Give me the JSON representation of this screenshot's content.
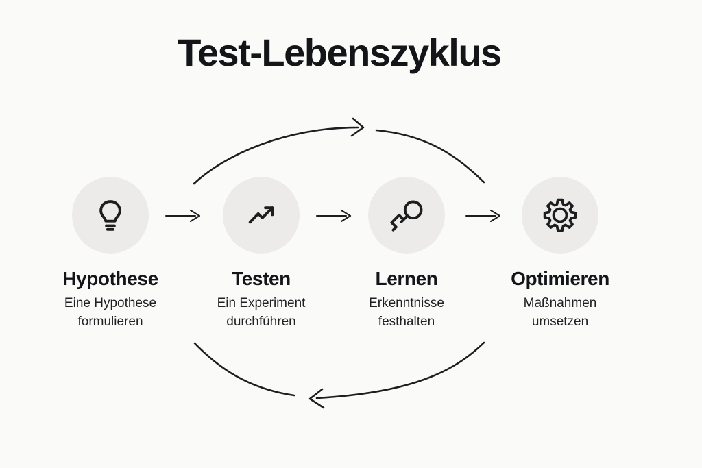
{
  "title": "Test-Lebenszyklus",
  "colors": {
    "background": "#fafaf8",
    "circle_fill": "#ecebe9",
    "ink": "#1d1e21"
  },
  "stages": [
    {
      "id": "hypothese",
      "icon": "lightbulb-icon",
      "name": "Hypothese",
      "description": "Eine Hypothese formulieren"
    },
    {
      "id": "testen",
      "icon": "trending-up-icon",
      "name": "Testen",
      "description": "Ein Experiment durchfúhren"
    },
    {
      "id": "lernen",
      "icon": "key-icon",
      "name": "Lernen",
      "description": "Erkenntnisse festhalten"
    },
    {
      "id": "optimieren",
      "icon": "gear-icon",
      "name": "Optimieren",
      "description": "Maßnahmen umsetzen"
    }
  ],
  "arrows": {
    "between_stages_direction": "right",
    "top_cycle_direction": "left-to-right",
    "bottom_cycle_direction": "right-to-left"
  }
}
